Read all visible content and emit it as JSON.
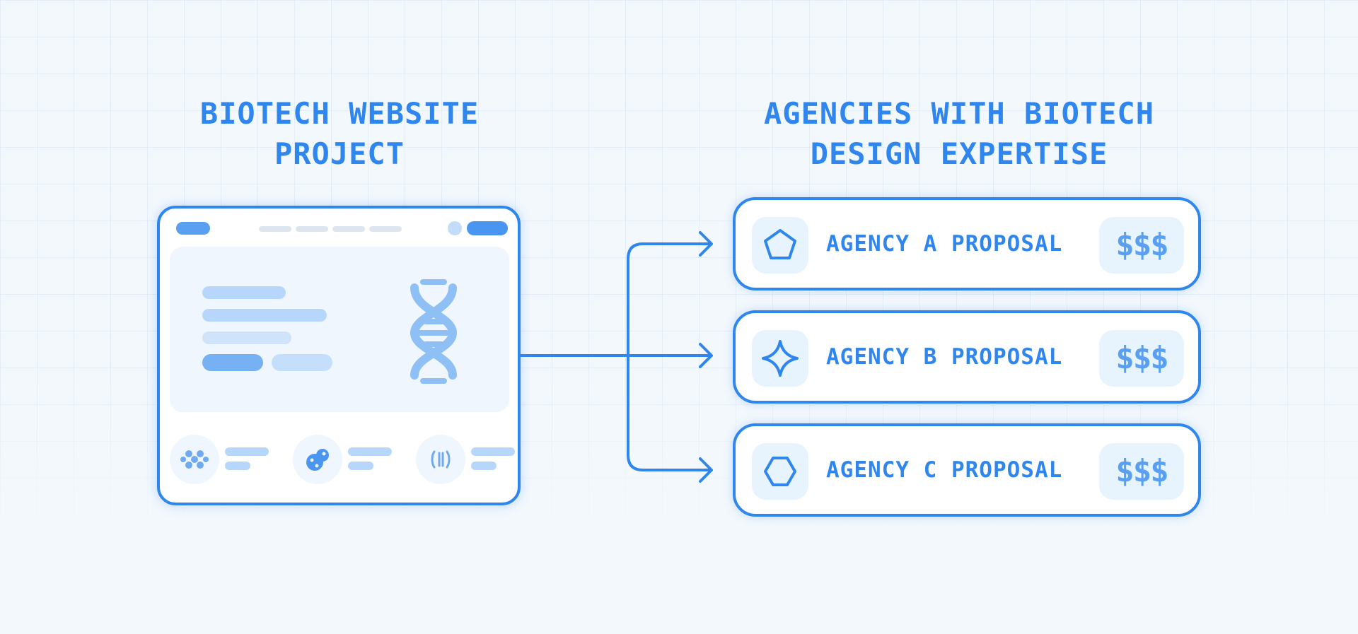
{
  "headings": {
    "left": [
      "BIOTECH WEBSITE",
      "PROJECT"
    ],
    "right": [
      "AGENCIES WITH BIOTECH",
      "DESIGN EXPERTISE"
    ]
  },
  "mockup": {
    "hero_icon": "dna-icon",
    "features": [
      "cells-icon",
      "bacteria-icon",
      "microscope-slide-icon"
    ]
  },
  "proposals": [
    {
      "label": "AGENCY A PROPOSAL",
      "price": "$$$",
      "icon": "pentagon-icon"
    },
    {
      "label": "AGENCY B PROPOSAL",
      "price": "$$$",
      "icon": "four-point-star-icon"
    },
    {
      "label": "AGENCY C PROPOSAL",
      "price": "$$$",
      "icon": "hexagon-icon"
    }
  ],
  "colors": {
    "accent": "#2f86ee",
    "light_accent": "#5a9ff0",
    "soft_fill": "#e7f3fd",
    "background": "#f3f8fd"
  }
}
